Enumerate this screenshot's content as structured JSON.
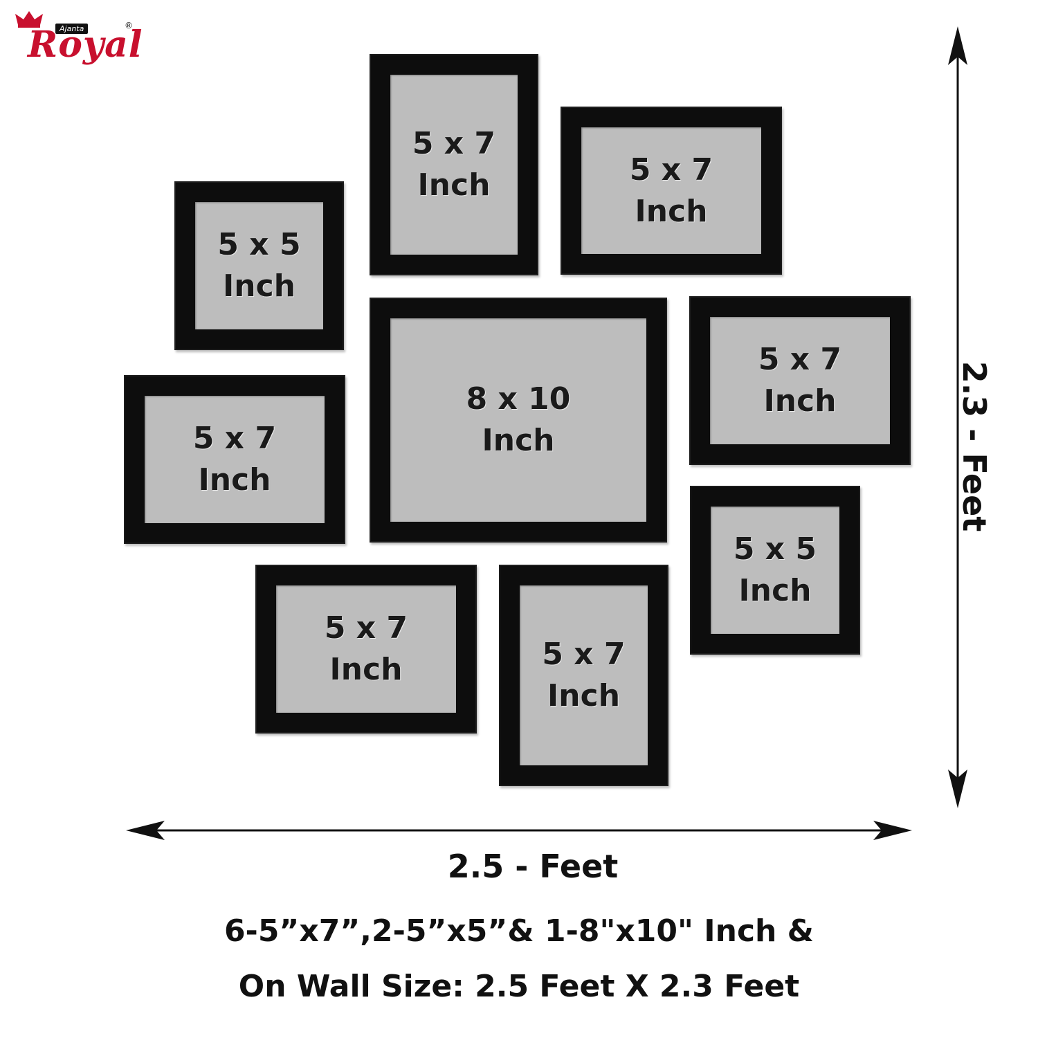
{
  "brand": {
    "badge": "Ajanta",
    "name": "Royal",
    "registered": "®",
    "color": "#c8102e"
  },
  "frames": [
    {
      "id": "top-center",
      "w": "5 x 7",
      "unit": "Inch"
    },
    {
      "id": "top-right",
      "w": "5 x 7",
      "unit": "Inch"
    },
    {
      "id": "upper-left",
      "w": "5 x 5",
      "unit": "Inch"
    },
    {
      "id": "center",
      "w": "8 x 10",
      "unit": "Inch"
    },
    {
      "id": "right-middle",
      "w": "5 x 7",
      "unit": "Inch"
    },
    {
      "id": "left-middle",
      "w": "5 x 7",
      "unit": "Inch"
    },
    {
      "id": "right-lower",
      "w": "5 x 5",
      "unit": "Inch"
    },
    {
      "id": "bottom-left",
      "w": "5 x 7",
      "unit": "Inch"
    },
    {
      "id": "bottom-center",
      "w": "5 x 7",
      "unit": "Inch"
    }
  ],
  "dimensions": {
    "width": "2.5 - Feet",
    "height": "2.3 - Feet"
  },
  "caption": {
    "line1": "6-5”x7”,2-5”x5”& 1-8\"x10\" Inch &",
    "line2": "On Wall Size:  2.5 Feet X 2.3 Feet"
  },
  "colors": {
    "frame": "#0d0d0d",
    "mat": "#bdbdbd"
  }
}
